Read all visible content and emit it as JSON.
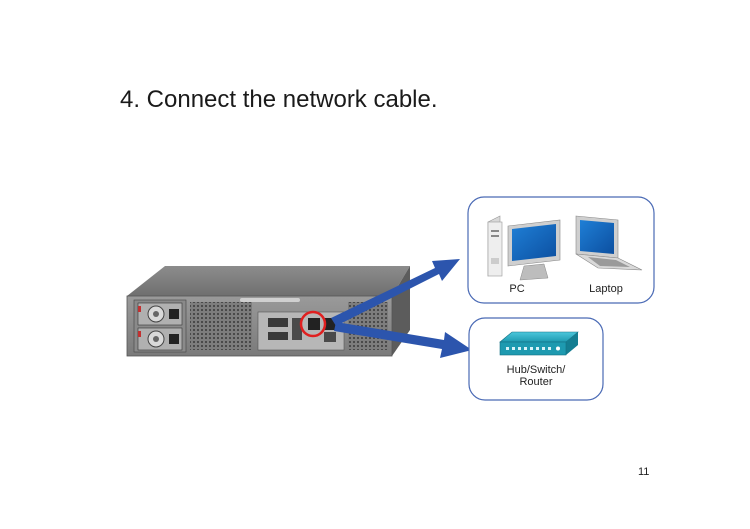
{
  "page": {
    "title": "4. Connect the network cable.",
    "page_number": "11"
  },
  "figure": {
    "devices_top": {
      "pc_label": "PC",
      "laptop_label": "Laptop"
    },
    "devices_bottom": {
      "hub_line1": "Hub/Switch/",
      "hub_line2": "Router"
    },
    "colors": {
      "arrow": "#2c55ad",
      "box_border": "#4a6ab5",
      "highlight": "#e02020",
      "hub_body": "#1e9ab0"
    }
  }
}
